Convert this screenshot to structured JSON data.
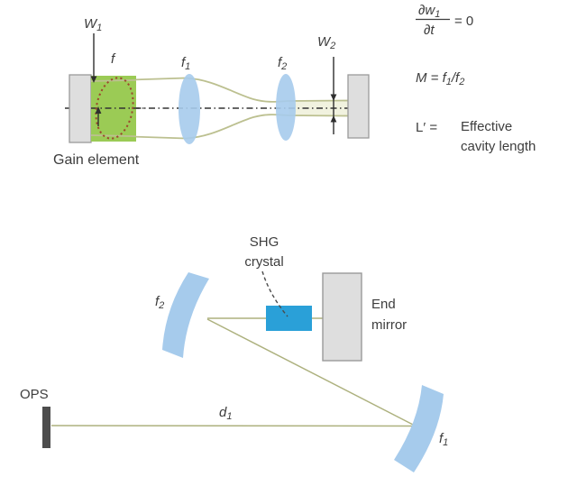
{
  "colors": {
    "gain_green": "#9bcb55",
    "lens_blue": "#a6cbec",
    "shg_blue": "#2aa0d8",
    "mirror_gray": "#dedede",
    "mirror_border": "#9a9a9a",
    "beam_olive_top": "#bcc090",
    "beam_olive_bottom": "#adb17e",
    "mode_ellipse_red": "#9b4a2e",
    "ops_dark": "#4d4d4d",
    "text": "#3d3d3d"
  },
  "top_diagram": {
    "w1": {
      "base": "W",
      "sub": "1"
    },
    "f": "f",
    "f1": {
      "base": "f",
      "sub": "1"
    },
    "f2": {
      "base": "f",
      "sub": "2"
    },
    "w2": {
      "base": "W",
      "sub": "2"
    },
    "gain_label": "Gain element"
  },
  "equations": {
    "eq1": {
      "numerator_base": "∂w",
      "numerator_sub": "1",
      "denominator": "∂t",
      "rhs": "= 0"
    },
    "eq2": {
      "part1": "M = f",
      "sub1": "1",
      "part2": "/f",
      "sub2": "2"
    },
    "eq3": {
      "lhs": "L′ =",
      "line1": "Effective",
      "line2": "cavity length"
    }
  },
  "bottom_diagram": {
    "shg_label_line1": "SHG",
    "shg_label_line2": "crystal",
    "end_mirror_line1": "End",
    "end_mirror_line2": "mirror",
    "ops_label": "OPS",
    "d1": {
      "base": "d",
      "sub": "1"
    },
    "f1": {
      "base": "f",
      "sub": "1"
    },
    "f2": {
      "base": "f",
      "sub": "2"
    }
  }
}
